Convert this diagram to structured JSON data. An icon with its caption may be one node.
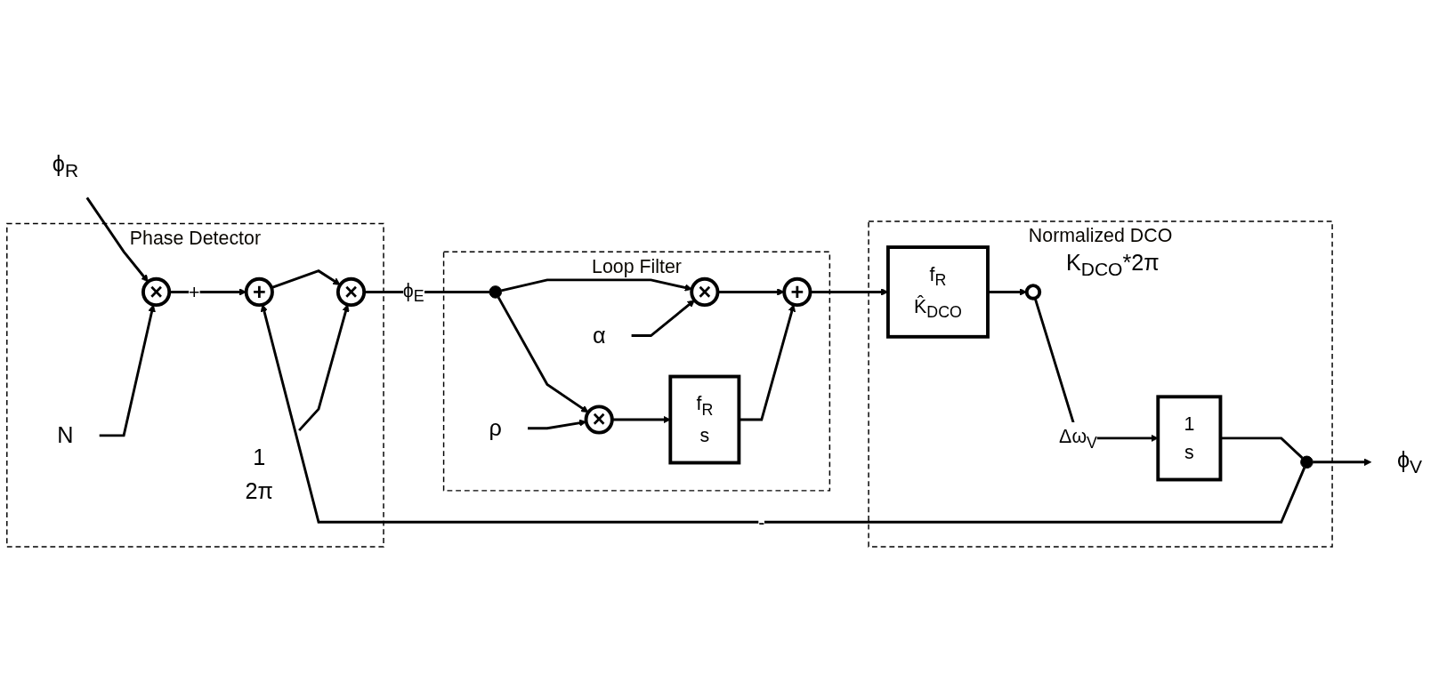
{
  "diagram": {
    "nodes": [
      {
        "text": [
          "Phase Detector"
        ]
      },
      {
        "text": [
          "Loop Filter"
        ]
      },
      {
        "text": [
          "Normalized DCO"
        ]
      },
      {
        "text": [
          "ϕ$_{R}$"
        ]
      },
      {
        "text": [
          "×"
        ],
        "in": 0
      },
      {
        "text": [
          "N"
        ],
        "in": 0
      },
      {
        "text": [
          "+"
        ],
        "in": 0
      },
      {
        "text": [
          "×"
        ],
        "in": 0
      },
      {
        "text": [
          "1",
          "2π"
        ],
        "in": 0
      },
      {
        "text": [],
        "shape": "circle",
        "in": 1
      },
      {
        "text": [
          "×"
        ],
        "in": 1
      },
      {
        "text": [
          "α"
        ],
        "in": 1
      },
      {
        "text": [
          "+"
        ],
        "in": 1
      },
      {
        "text": [
          "×"
        ],
        "in": 1
      },
      {
        "text": [
          "ρ"
        ],
        "in": 1
      },
      {
        "text": [
          "f$_{R}$",
          "s"
        ],
        "in": 1
      },
      {
        "text": [
          "f$_{R}$",
          "K̂$_{DCO}$"
        ],
        "in": 2
      },
      {
        "text": [],
        "shape": "circle",
        "in": 2,
        "beside": [
          "K$_{DCO}$*2π"
        ]
      },
      {
        "text": [
          "1",
          "s"
        ],
        "in": 2
      },
      {
        "text": [],
        "shape": "circle",
        "in": 2
      },
      {
        "text": [
          "ϕ$_{V}$"
        ]
      }
    ],
    "edges": [
      {
        "from": 3,
        "to": 4,
        "arrow": "to"
      },
      {
        "from": 5,
        "to": 4,
        "arrow": "to"
      },
      {
        "from": 4,
        "to": 6,
        "arrow": "to",
        "label": "+"
      },
      {
        "from": 6,
        "to": 7,
        "arrow": "to"
      },
      {
        "from": 8,
        "to": 7,
        "arrow": "to"
      },
      {
        "from": 7,
        "to": 9,
        "arrow": "none",
        "label": "ϕ$_{E}$"
      },
      {
        "from": 9,
        "to": 10,
        "arrow": "to"
      },
      {
        "from": 11,
        "to": 10,
        "arrow": "to"
      },
      {
        "from": 10,
        "to": 12,
        "arrow": "to"
      },
      {
        "from": 9,
        "to": 13,
        "arrow": "to"
      },
      {
        "from": 14,
        "to": 13,
        "arrow": "to"
      },
      {
        "from": 13,
        "to": 15,
        "arrow": "to"
      },
      {
        "from": 15,
        "to": 12,
        "arrow": "to"
      },
      {
        "from": 12,
        "to": 16,
        "arrow": "to"
      },
      {
        "from": 16,
        "to": 17,
        "arrow": "to"
      },
      {
        "from": 17,
        "to": 18,
        "arrow": "to",
        "label": "Δω$_{V}$"
      },
      {
        "from": 18,
        "to": 19,
        "arrow": "none"
      },
      {
        "from": 19,
        "to": 20,
        "arrow": "to"
      },
      {
        "from": 19,
        "to": 6,
        "arrow": "to",
        "label": "-"
      }
    ]
  }
}
